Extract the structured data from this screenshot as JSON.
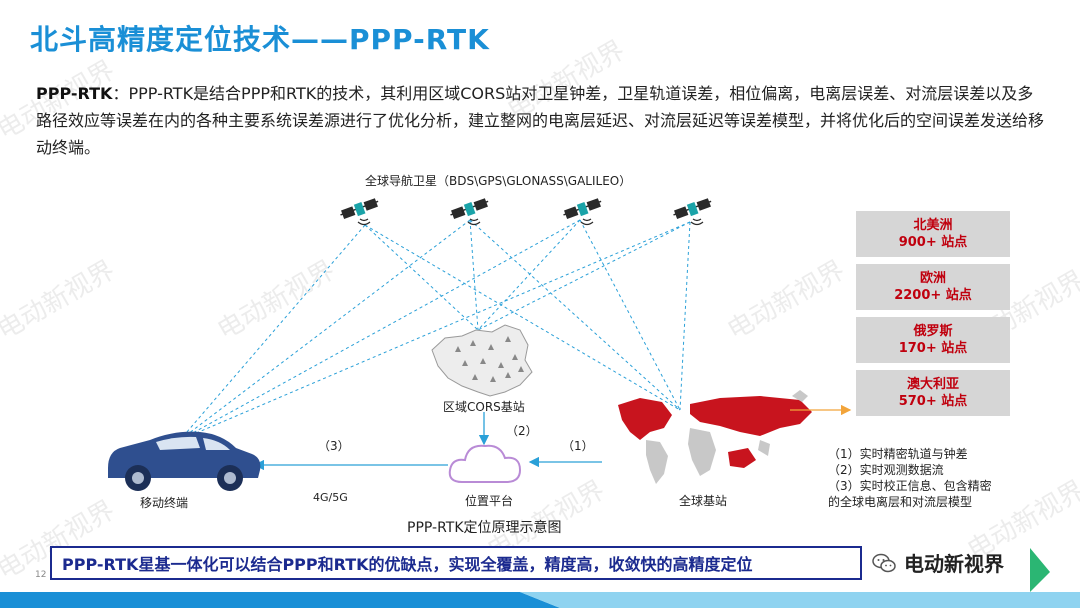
{
  "title": "北斗高精度定位技术——PPP-RTK",
  "intro": {
    "term": "PPP-RTK",
    "separator": "：",
    "text": "PPP-RTK是结合PPP和RTK的技术，其利用区域CORS站对卫星钟差，卫星轨道误差，相位偏离，电离层误差、对流层误差以及多路径效应等误差在内的各种主要系统误差源进行了优化分析，建立整网的电离层延迟、对流层延迟等误差模型，并将优化后的空间误差发送给移动终端。"
  },
  "diagram": {
    "satellite_label": "全球导航卫星（BDS\\GPS\\GLONASS\\GALILEO）",
    "cors_label": "区域CORS基站",
    "platform_label": "位置平台",
    "global_label": "全球基站",
    "terminal_label": "移动终端",
    "link_label": "4G/5G",
    "step1": "（1）",
    "step2": "（2）",
    "step3": "（3）",
    "caption": "PPP-RTK定位原理示意图",
    "regions": [
      {
        "name": "北美洲",
        "count": "900+ 站点"
      },
      {
        "name": "欧洲",
        "count": "2200+ 站点"
      },
      {
        "name": "俄罗斯",
        "count": "170+ 站点"
      },
      {
        "name": "澳大利亚",
        "count": "570+ 站点"
      }
    ],
    "info": [
      "（1）实时精密轨道与钟差",
      "（2）实时观测数据流",
      "（3）实时校正信息、包含精密的全球电离层和对流层模型"
    ]
  },
  "summary": "PPP-RTK星基一体化可以结合PPP和RTK的优缺点，实现全覆盖，精度高，收敛快的高精度定位",
  "page_number": "12",
  "brand": "电动新视界",
  "watermark": "电动新视界",
  "colors": {
    "title": "#1a8fd6",
    "accent": "#1b2a8f",
    "region_text": "#c0000e",
    "region_bg": "#d6d6d6",
    "link": "#2aa0d8",
    "car": "#2f4f8f"
  }
}
